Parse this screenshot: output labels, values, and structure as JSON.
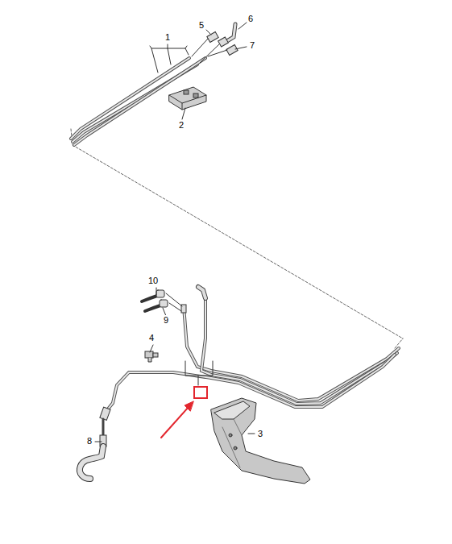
{
  "diagram": {
    "labels": [
      "1",
      "5",
      "6",
      "7",
      "2",
      "10",
      "9",
      "4",
      "8",
      "3"
    ]
  }
}
